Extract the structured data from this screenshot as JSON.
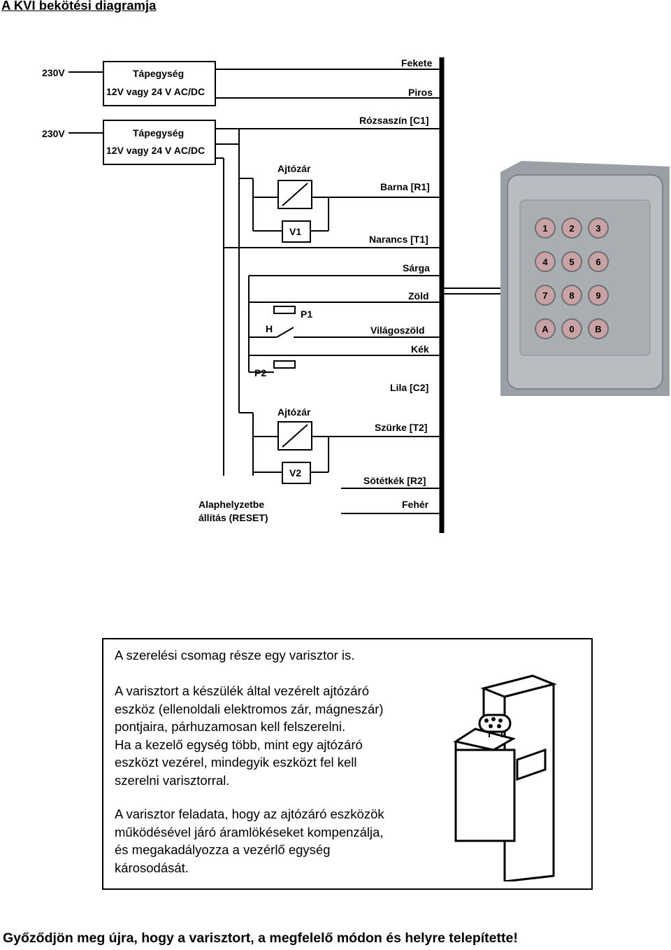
{
  "title": "A KVI bekötési diagramja",
  "diagram": {
    "power_supplies": [
      {
        "voltage": "230V",
        "line1": "Tápegység",
        "line2": "12V vagy 24 V AC/DC"
      },
      {
        "voltage": "230V",
        "line1": "Tápegység",
        "line2": "12V vagy 24 V AC/DC"
      }
    ],
    "door_locks": [
      "Ajtózár",
      "Ajtózár"
    ],
    "varistors": [
      "V1",
      "V2"
    ],
    "switch_labels": {
      "h": "H",
      "p1": "P1",
      "p2": "P2"
    },
    "wires": [
      "Fekete",
      "Piros",
      "Rózsaszín [C1]",
      "Barna [R1]",
      "Narancs [T1]",
      "Sárga",
      "Zöld",
      "Világoszöld",
      "Kék",
      "Lila [C2]",
      "Szürke [T2]",
      "Sötétkék [R2]",
      "Fehér"
    ],
    "reset": {
      "line1": "Alaphelyzetbe",
      "line2": "állítás (RESET)"
    },
    "keypad_keys": [
      "1",
      "2",
      "3",
      "4",
      "5",
      "6",
      "7",
      "8",
      "9",
      "A",
      "0",
      "B"
    ]
  },
  "varistor_note": {
    "paragraph1": "A szerelési csomag része egy varisztor is.",
    "paragraph2": "A varisztort a készülék által vezérelt ajtózáró\neszköz (ellenoldali elektromos zár, mágneszár)\npontjaira, párhuzamosan kell felszerelni.\nHa a kezelő egység több, mint egy ajtózáró\neszközt vezérel, mindegyik eszközt fel kell\nszerelni varisztorral.",
    "paragraph3": "A varisztor feladata, hogy az ajtózáró eszközök\nműködésével járó áramlökéseket kompenzálja,\nés megakadályozza a vezérlő egység\nkárosodását."
  },
  "footer": "Győződjön meg újra, hogy a varisztort, a megfelelő módon és helyre telepítette!"
}
